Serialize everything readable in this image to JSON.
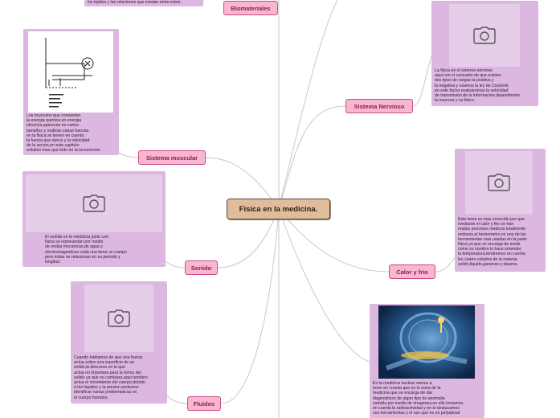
{
  "center_title": "Fisica en la medicina.",
  "colors": {
    "center": "#e0bd9a",
    "topic": "#f8b6d0",
    "note": "#dcb7e0",
    "line": "#c8c8c8"
  },
  "topics": {
    "biomateriales": "Biomateriales",
    "nervioso": "Sistema Nervioso",
    "muscular": "Sistema muscular",
    "calor": "Calor y frio",
    "sonido": "Sonido",
    "fluidos": "Fluidos"
  },
  "notes": {
    "biomateriales_partial": "los tejidos y las relaciones que existan entre estos.",
    "nervioso": "La fisica en el sistema nervioso\naqui con el concepto de que existen\ndos tipos de cargas la positiva y\nla negativa y usamos la ley de Coulomb\nen este factor evaluaremos la velocidad\nde transmision de la informacion,dependiendo\nla neurona y su fisico.",
    "muscular": "Los musculos que convierten\nla energia quimica en energia\nelectrica,aparecen en varios\ntamaños y realizan varias fuerzas.\nen la fisica se tienen en cuenta\nla fuerza que ejerce y la velocidad\nde la accion,en este capitulo\nenfatizo mas que todo en la locomocion.",
    "calor": "Este tema es mas conocido por que\nmediante el calor y frio se han\nrealizo procesos medicos totalmente\nexitosos,el termometro es una de las\nherramientas mas usadas en la parte\nfisica ya que se encarga de medir\ncomo su nombre lo hace entender\nla temperatura,tendremos en cuenta\nlos cuatro estados de la materia\nsolido,liquido,gaseoso y plasma.",
    "sonido": "El sonido en la medicina junto con\nfisica se representan por medio\nde ondas mecanicas,de agua y\nelectromagneticas cada una tiene un campo\npero todas se relacionan en su periodo y\nlongitud.",
    "fluidos": "Cuando hablamos de que una fuerza\nactua sobre una superficie de un\nsolido,la direccion en la que\nactua no importara para la forma del\nsolido ya que no cambiara,aqui tambien\nactua el movimiento del cuerpo,debido\na los liquidos y la presion podemos\nidentificar varias problematicas en\nel cuerpo humano.",
    "nuclear": "En la medicina nuclear vamos a\ntener en cuenta que es la rama de la\nmedicina que se encarga de dar\ndiagnosticos de algun tipo de anomalia\nextraña por medio de imagenes,en ella tomamos\nen cuenta la radioactividad y en el destacamos\nsus herramientas y el uso que no es perjudicial"
  },
  "icons": {
    "image_placeholder": "camera-icon",
    "muscular_figure": "arm-lever-diagram",
    "nuclear_figure": "body-scan-image"
  }
}
